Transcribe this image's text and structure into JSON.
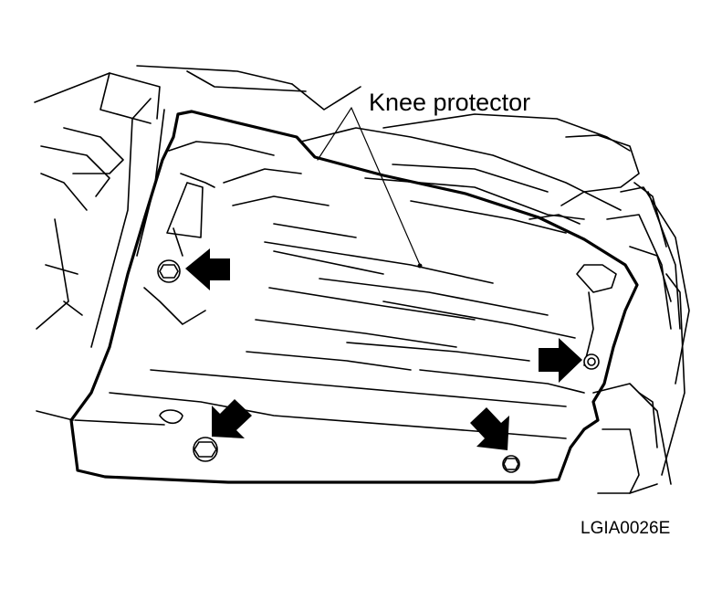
{
  "labels": {
    "part_name": "Knee protector",
    "figure_code": "LGIA0026E"
  },
  "fasteners": [
    {
      "name": "bolt-upper-left"
    },
    {
      "name": "bolt-right"
    },
    {
      "name": "bolt-lower-left"
    },
    {
      "name": "bolt-lower-right"
    }
  ],
  "colors": {
    "line": "#000000",
    "background": "#ffffff"
  }
}
